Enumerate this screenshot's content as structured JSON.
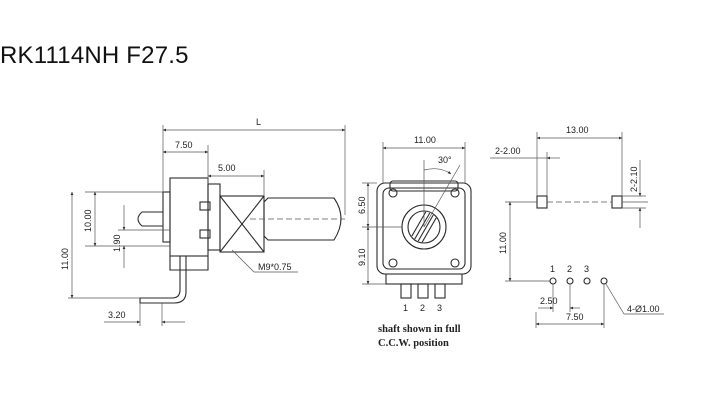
{
  "title": "RK1114NH F27.5",
  "side_view": {
    "L": "L",
    "d750": "7.50",
    "d500": "5.00",
    "d1000": "10.00",
    "d190": "1.90",
    "d1100": "11.00",
    "d320": "3.20",
    "thread": "M9*0.75"
  },
  "front_view": {
    "d1100": "11.00",
    "angle": "30°",
    "d650": "6.50",
    "d910": "9.10",
    "pin1": "1",
    "pin2": "2",
    "pin3": "3",
    "note_line1": "shaft shown in full",
    "note_line2": "C.C.W. position"
  },
  "footprint": {
    "d1300": "13.00",
    "d2_200": "2-2.00",
    "d2_210": "2-2.10",
    "d1100": "11.00",
    "pin1": "1",
    "pin2": "2",
    "pin3": "3",
    "d250": "2.50",
    "d750": "7.50",
    "hole": "4-Ø1.00"
  },
  "colors": {
    "line": "#2a2a2a",
    "text": "#222222",
    "background": "#ffffff"
  }
}
